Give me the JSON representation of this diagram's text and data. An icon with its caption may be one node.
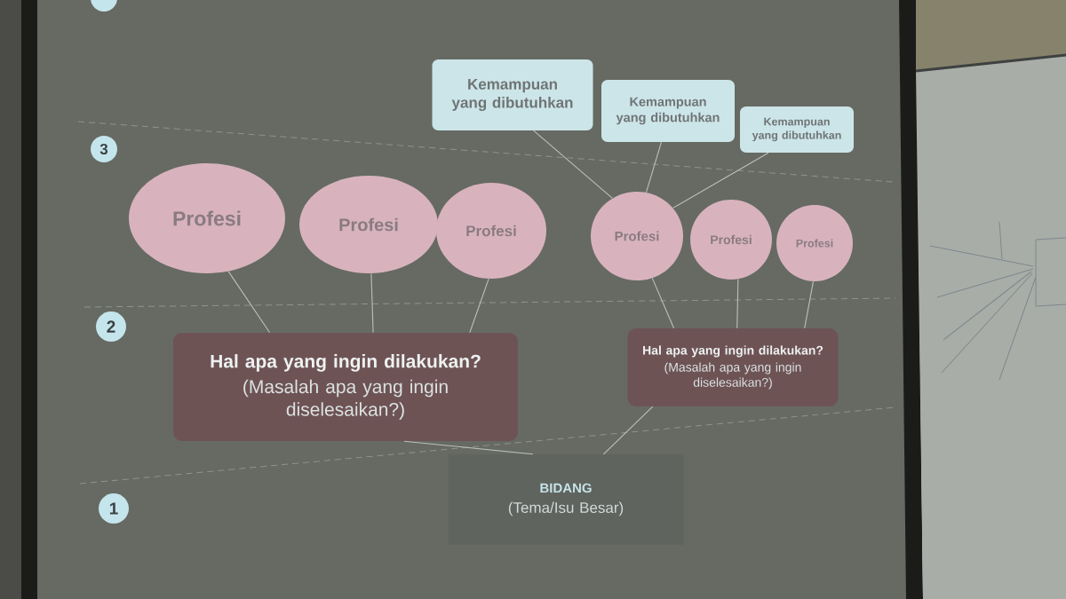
{
  "diagram": {
    "nodes": [
      {
        "text": [],
        "shape": "circle"
      },
      {
        "text": [
          "Kemampuan yang dibutuhkan"
        ]
      },
      {
        "text": [
          "Kemampuan yang dibutuhkan"
        ]
      },
      {
        "text": [
          "Kemampuan yang dibutuhkan"
        ]
      },
      {
        "text": [
          "3"
        ]
      },
      {
        "text": [
          "Profesi"
        ]
      },
      {
        "text": [
          "Profesi"
        ]
      },
      {
        "text": [
          "Profesi"
        ]
      },
      {
        "text": [
          "Profesi"
        ]
      },
      {
        "text": [
          "Profesi"
        ]
      },
      {
        "text": [
          "Profesi"
        ]
      },
      {
        "text": [
          "2"
        ]
      },
      {
        "text": [
          "Hal apa yang ingin dilakukan?",
          "(Masalah apa yang ingin diselesaikan?)"
        ]
      },
      {
        "text": [
          "Hal apa yang ingin dilakukan?",
          "(Masalah apa yang ingin diselesaikan?)"
        ]
      },
      {
        "text": [
          "BIDANG",
          "(Tema/Isu Besar)"
        ]
      },
      {
        "text": [
          "1"
        ]
      }
    ],
    "edges": [
      {
        "from": 1,
        "to": 8,
        "arrow": "none"
      },
      {
        "from": 2,
        "to": 8,
        "arrow": "none"
      },
      {
        "from": 3,
        "to": 8,
        "arrow": "none"
      },
      {
        "from": 5,
        "to": 12,
        "arrow": "none"
      },
      {
        "from": 6,
        "to": 12,
        "arrow": "none"
      },
      {
        "from": 7,
        "to": 12,
        "arrow": "none"
      },
      {
        "from": 8,
        "to": 13,
        "arrow": "none"
      },
      {
        "from": 9,
        "to": 13,
        "arrow": "none"
      },
      {
        "from": 10,
        "to": 13,
        "arrow": "none"
      },
      {
        "from": 12,
        "to": 14,
        "arrow": "none"
      },
      {
        "from": 13,
        "to": 14,
        "arrow": "none"
      }
    ]
  }
}
